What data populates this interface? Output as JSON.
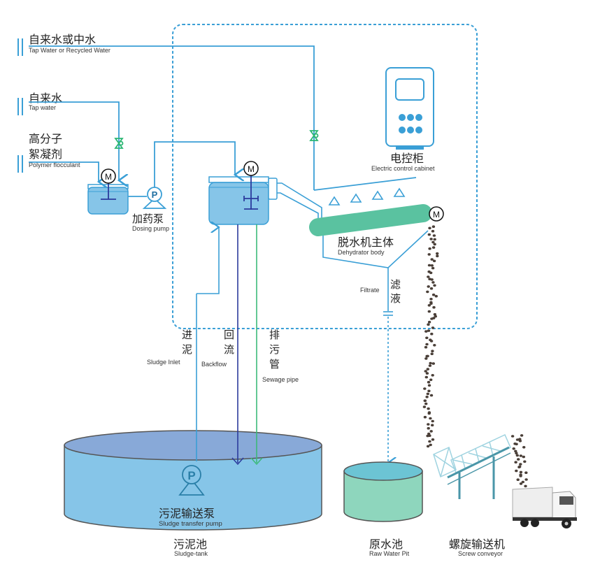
{
  "diagram": {
    "title": "Sludge dewatering process flow",
    "colors": {
      "pipe": "#3a9fd6",
      "valve": "#2bb673",
      "backflow": "#2b3a9c",
      "sewage": "#3cba7a",
      "tank_fill": "#86c5e8",
      "tank_top": "#88a9d8",
      "dehydrator": "#5ac2a0",
      "raw_pit": "#8ed6bd",
      "raw_pit_top": "#6cc4d4",
      "conveyor": "#4a96a8",
      "sludge": "#4a3f38"
    },
    "inputs": [
      {
        "cn": "自来水或中水",
        "en": "Tap Water or Recycled Water"
      },
      {
        "cn": "自来水",
        "en": "Tap water"
      },
      {
        "cn_line1": "高分子",
        "cn_line2": "絮凝剂",
        "en": "Polymer flocculant"
      }
    ],
    "motor_symbol": "M",
    "pump_symbol": "P",
    "dosing_pump": {
      "cn": "加药泵",
      "en": "Dosing pump"
    },
    "control_cabinet": {
      "cn": "电控柜",
      "en": "Electric control cabinet"
    },
    "dehydrator": {
      "cn": "脱水机主体",
      "en": "Dehydrator body"
    },
    "filtrate": {
      "cn_line1": "滤",
      "cn_line2": "液",
      "en": "Filtrate"
    },
    "sludge_inlet": {
      "cn_line1": "进",
      "cn_line2": "泥",
      "en": "Sludge Inlet"
    },
    "backflow": {
      "cn_line1": "回",
      "cn_line2": "流",
      "en": "Backflow"
    },
    "sewage_pipe": {
      "cn_line1": "排",
      "cn_line2": "污",
      "cn_line3": "管",
      "en": "Sewage pipe"
    },
    "transfer_pump": {
      "cn": "污泥输送泵",
      "en": "Sludge transfer pump"
    },
    "sludge_tank": {
      "cn": "污泥池",
      "en": "Sludge-tank"
    },
    "raw_water_pit": {
      "cn": "原水池",
      "en": "Raw Water Pit"
    },
    "screw_conveyor": {
      "cn": "螺旋输送机",
      "en": "Screw conveyor"
    }
  }
}
